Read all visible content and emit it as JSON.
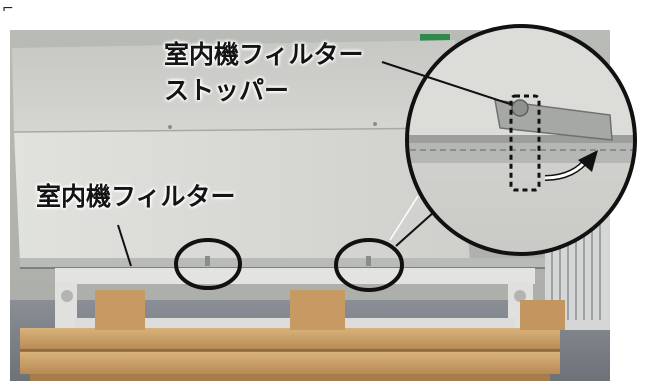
{
  "corner_mark": "⌐",
  "labels": {
    "stopper_line1": "室内機フィルター",
    "stopper_line2": "ストッパー",
    "filter": "室内機フィルター"
  },
  "colors": {
    "unit_body": "#d7d8d4",
    "callout_ring": "#111111",
    "pallet_wood": "#c9a16b"
  }
}
